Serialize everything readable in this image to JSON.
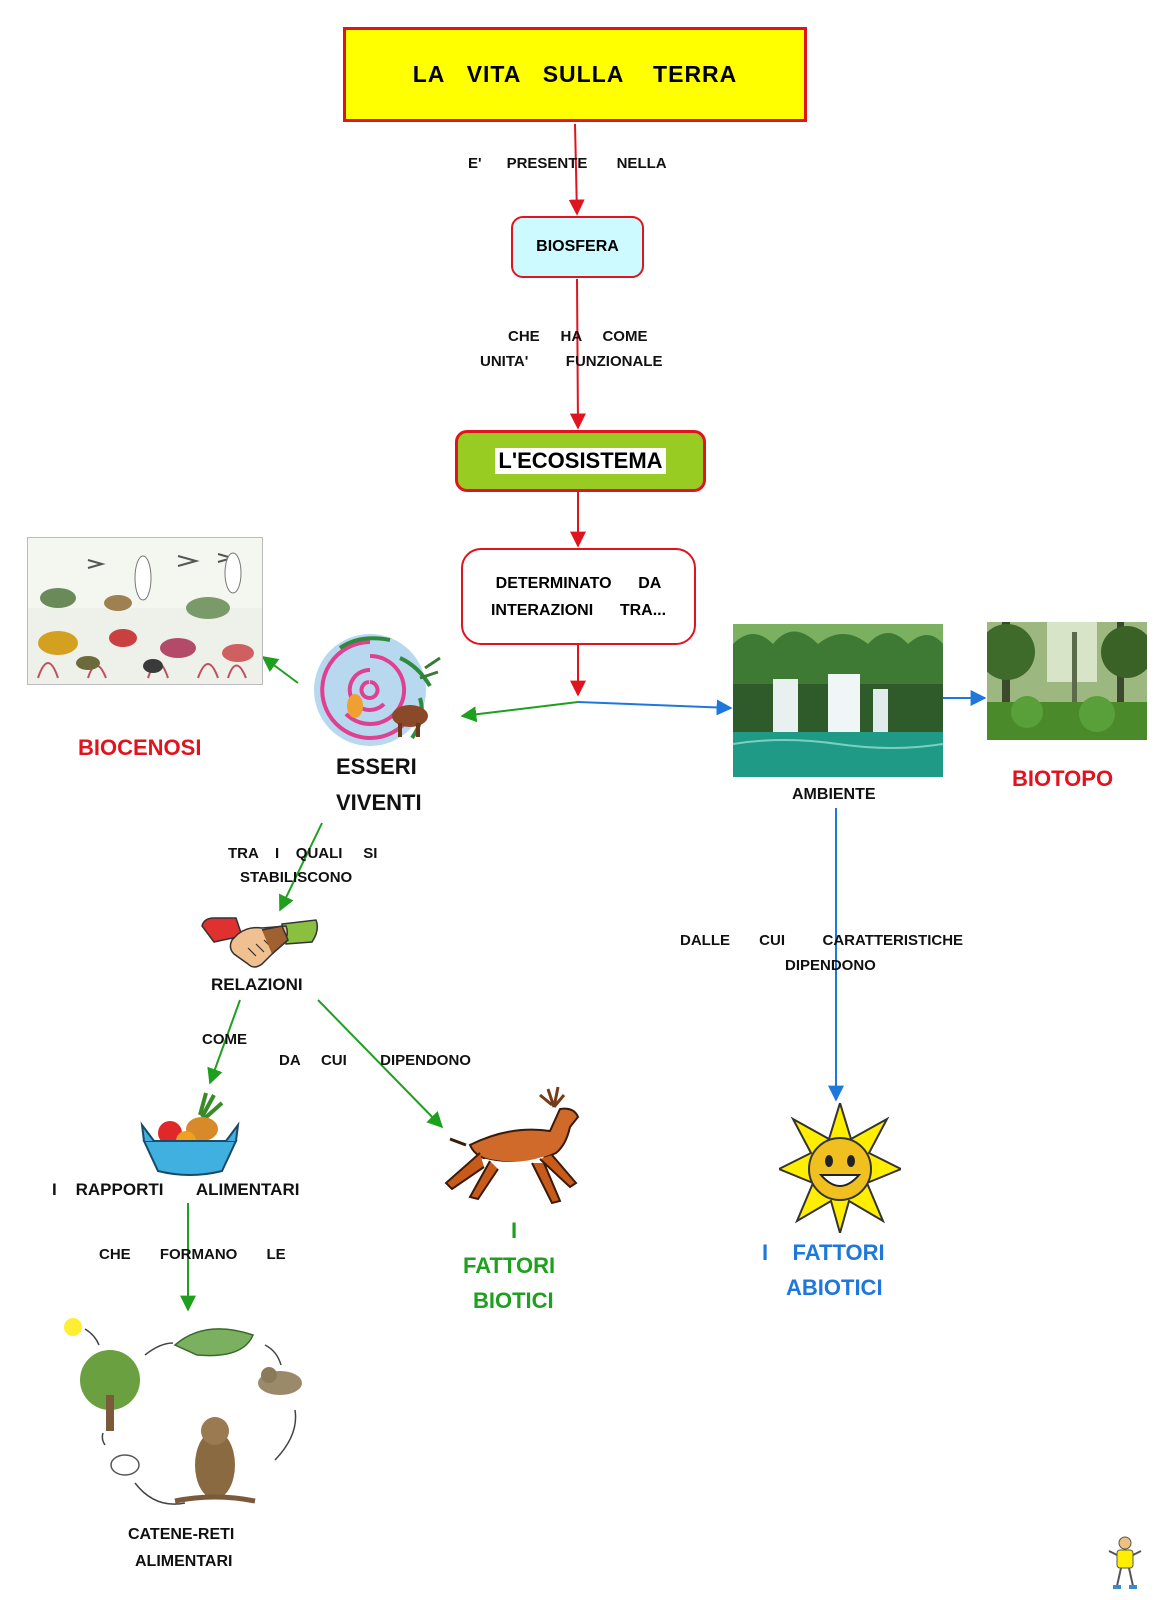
{
  "title": "LA   VITA   SULLA    TERRA",
  "nodes": {
    "biosfera": "BIOSFERA",
    "ecosistema": "L'ECOSISTEMA",
    "determinato_line1": "DETERMINATO      DA",
    "determinato_line2": "INTERAZIONI      TRA...",
    "esseri_line1": "ESSERI",
    "esseri_line2": "VIVENTI",
    "ambiente": "AMBIENTE",
    "biocenosi": "BIOCENOSI",
    "biotopo": "BIOTOPO",
    "relazioni": "RELAZIONI",
    "rapporti": "I    RAPPORTI       ALIMENTARI",
    "catene_line1": "CATENE-RETI",
    "catene_line2": "ALIMENTARI",
    "biotici_line1": "I",
    "biotici_line2": "FATTORI",
    "biotici_line3": "BIOTICI",
    "abiotici_line1": "I    FATTORI",
    "abiotici_line2": "ABIOTICI"
  },
  "links": {
    "presente": "E'      PRESENTE       NELLA",
    "che_ha_line1": "CHE     HA     COME",
    "che_ha_line2": "UNITA'         FUNZIONALE",
    "tra_quali_line1": "TRA    I    QUALI     SI",
    "tra_quali_line2": "STABILISCONO",
    "come": "COME",
    "da_cui": "DA     CUI        DIPENDONO",
    "che_formano": "CHE       FORMANO       LE",
    "dalle_cui_line1": "DALLE       CUI         CARATTERISTICHE",
    "dalle_cui_line2": "DIPENDONO"
  },
  "colors": {
    "title_fill": "#ffff00",
    "border_red": "#e0141e",
    "biosfera_fill": "#ccfaff",
    "ecosistema_fill": "#99cc22",
    "red_text": "#e0141e",
    "green": "#1ea01e",
    "blue": "#1e78dc"
  },
  "icons": [
    "marine-life-image",
    "evolution-spiral-image",
    "waterfall-image",
    "forest-image",
    "handshake-icon",
    "fruit-basket-icon",
    "deer-icon",
    "sun-icon",
    "food-chain-image",
    "mascot-icon"
  ]
}
